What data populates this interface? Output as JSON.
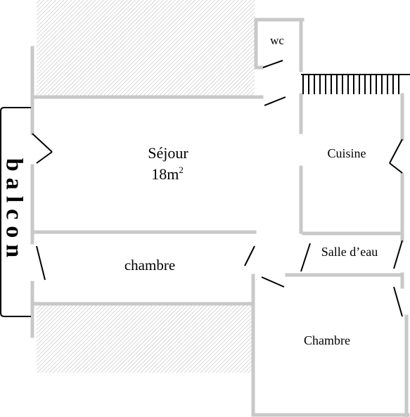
{
  "plan": {
    "rooms": {
      "sejour_name": "Séjour",
      "sejour_area": "18m",
      "sejour_area_sup": "2",
      "chambre_left": "chambre",
      "cuisine": "Cuisine",
      "salle_deau": "Salle d’eau",
      "chambre_right": "Chambre",
      "wc": "wc"
    },
    "balcon_label": "balcon",
    "colors": {
      "wall": "#c8c8c8",
      "hatch": "#b4b4b4",
      "door": "#000000",
      "stairs": "#000000"
    }
  }
}
